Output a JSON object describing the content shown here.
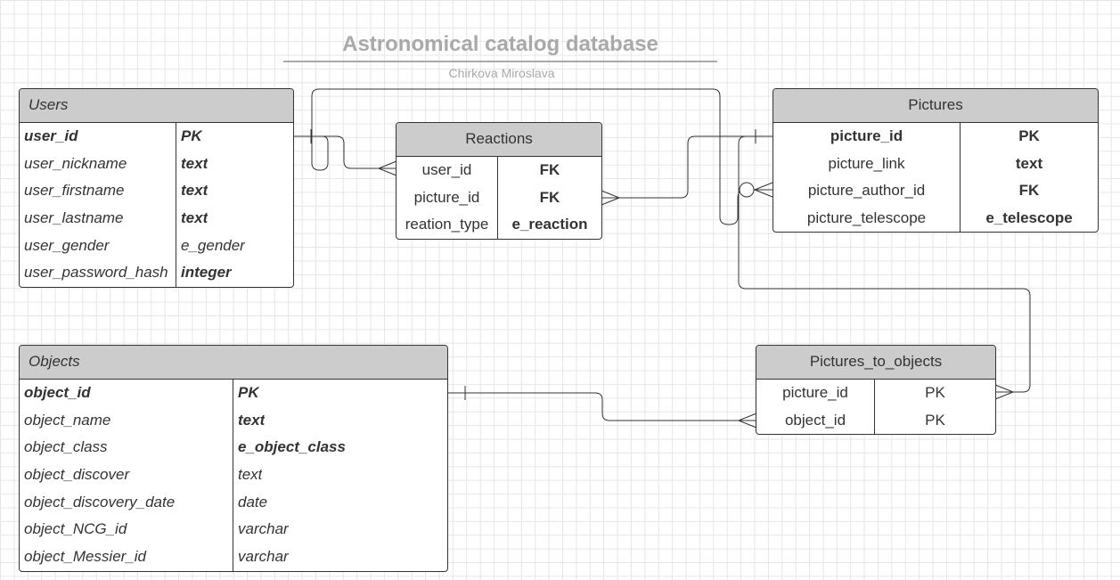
{
  "title": "Astronomical catalog database",
  "author": "Chirkova Miroslava",
  "users": {
    "name": "Users",
    "rows": [
      {
        "field": "user_id",
        "type": "PK"
      },
      {
        "field": "user_nickname",
        "type": "text"
      },
      {
        "field": "user_firstname",
        "type": "text"
      },
      {
        "field": "user_lastname",
        "type": "text"
      },
      {
        "field": "user_gender",
        "type": "e_gender"
      },
      {
        "field": "user_password_hash",
        "type": "integer"
      }
    ]
  },
  "reactions": {
    "name": "Reactions",
    "rows": [
      {
        "field": "user_id",
        "type": "FK"
      },
      {
        "field": "picture_id",
        "type": "FK"
      },
      {
        "field": "reation_type",
        "type": "e_reaction"
      }
    ]
  },
  "pictures": {
    "name": "Pictures",
    "rows": [
      {
        "field": "picture_id",
        "type": "PK"
      },
      {
        "field": "picture_link",
        "type": "text"
      },
      {
        "field": "picture_author_id",
        "type": "FK"
      },
      {
        "field": "picture_telescope",
        "type": "e_telescope"
      }
    ]
  },
  "objects": {
    "name": "Objects",
    "rows": [
      {
        "field": "object_id",
        "type": "PK"
      },
      {
        "field": "object_name",
        "type": "text"
      },
      {
        "field": "object_class",
        "type": "e_object_class"
      },
      {
        "field": "object_discover",
        "type": "text"
      },
      {
        "field": "object_discovery_date",
        "type": "date"
      },
      {
        "field": "object_NCG_id",
        "type": "varchar"
      },
      {
        "field": "object_Messier_id",
        "type": "varchar"
      }
    ]
  },
  "pictures_to_objects": {
    "name": "Pictures_to_objects",
    "rows": [
      {
        "field": "picture_id",
        "type": "PK"
      },
      {
        "field": "object_id",
        "type": "PK"
      }
    ]
  },
  "colors": {
    "header_bg": "#cccccc",
    "title_gray": "#a9a9a9",
    "line": "#333333"
  }
}
